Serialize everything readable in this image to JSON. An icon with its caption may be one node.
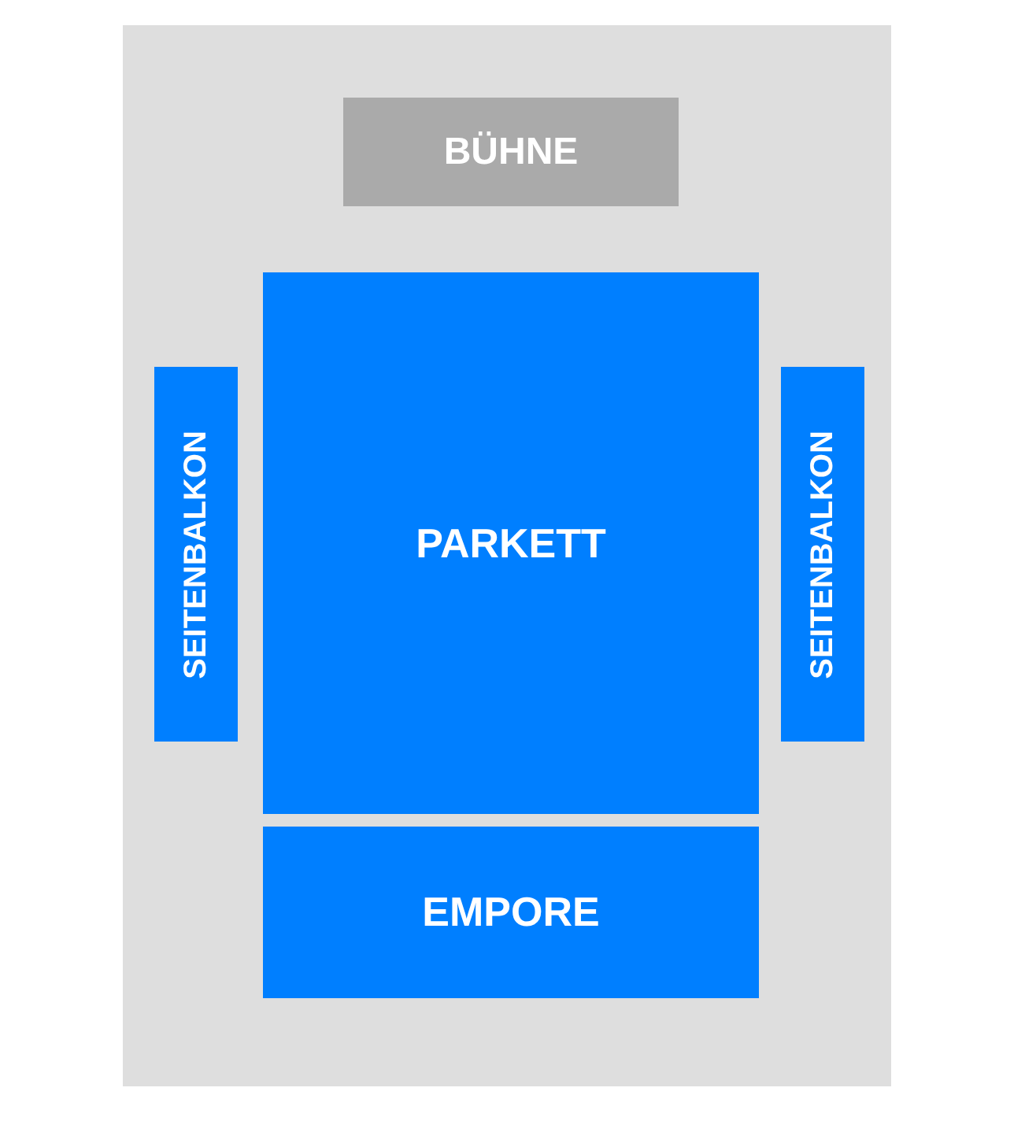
{
  "diagram": {
    "nodes": [
      {
        "text": [
          "BÜHNE"
        ]
      },
      {
        "text": [
          "SEITENBALKON"
        ]
      },
      {
        "text": [
          "PARKETT"
        ]
      },
      {
        "text": [
          "SEITENBALKON"
        ]
      },
      {
        "text": [
          "EMPORE"
        ]
      }
    ]
  }
}
